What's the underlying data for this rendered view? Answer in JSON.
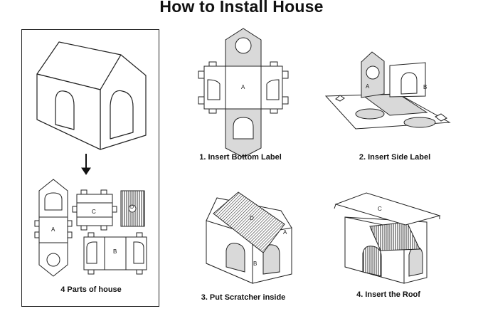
{
  "title": "How to Install House",
  "panel": {
    "caption": "4 Parts of house",
    "part_labels": {
      "a": "A",
      "b": "B",
      "c": "C",
      "d": "D"
    }
  },
  "steps": [
    {
      "caption": "1. Insert Bottom Label",
      "label": "A"
    },
    {
      "caption": "2. Insert Side Label",
      "label_a": "A",
      "label_b": "B"
    },
    {
      "caption": "3. Put Scratcher inside",
      "label_a": "A",
      "label_b": "B",
      "label_d": "D"
    },
    {
      "caption": "4. Insert the Roof",
      "label_c": "C"
    }
  ],
  "colors": {
    "line": "#222222",
    "shade": "#d9d9d9",
    "dark": "#333333"
  }
}
